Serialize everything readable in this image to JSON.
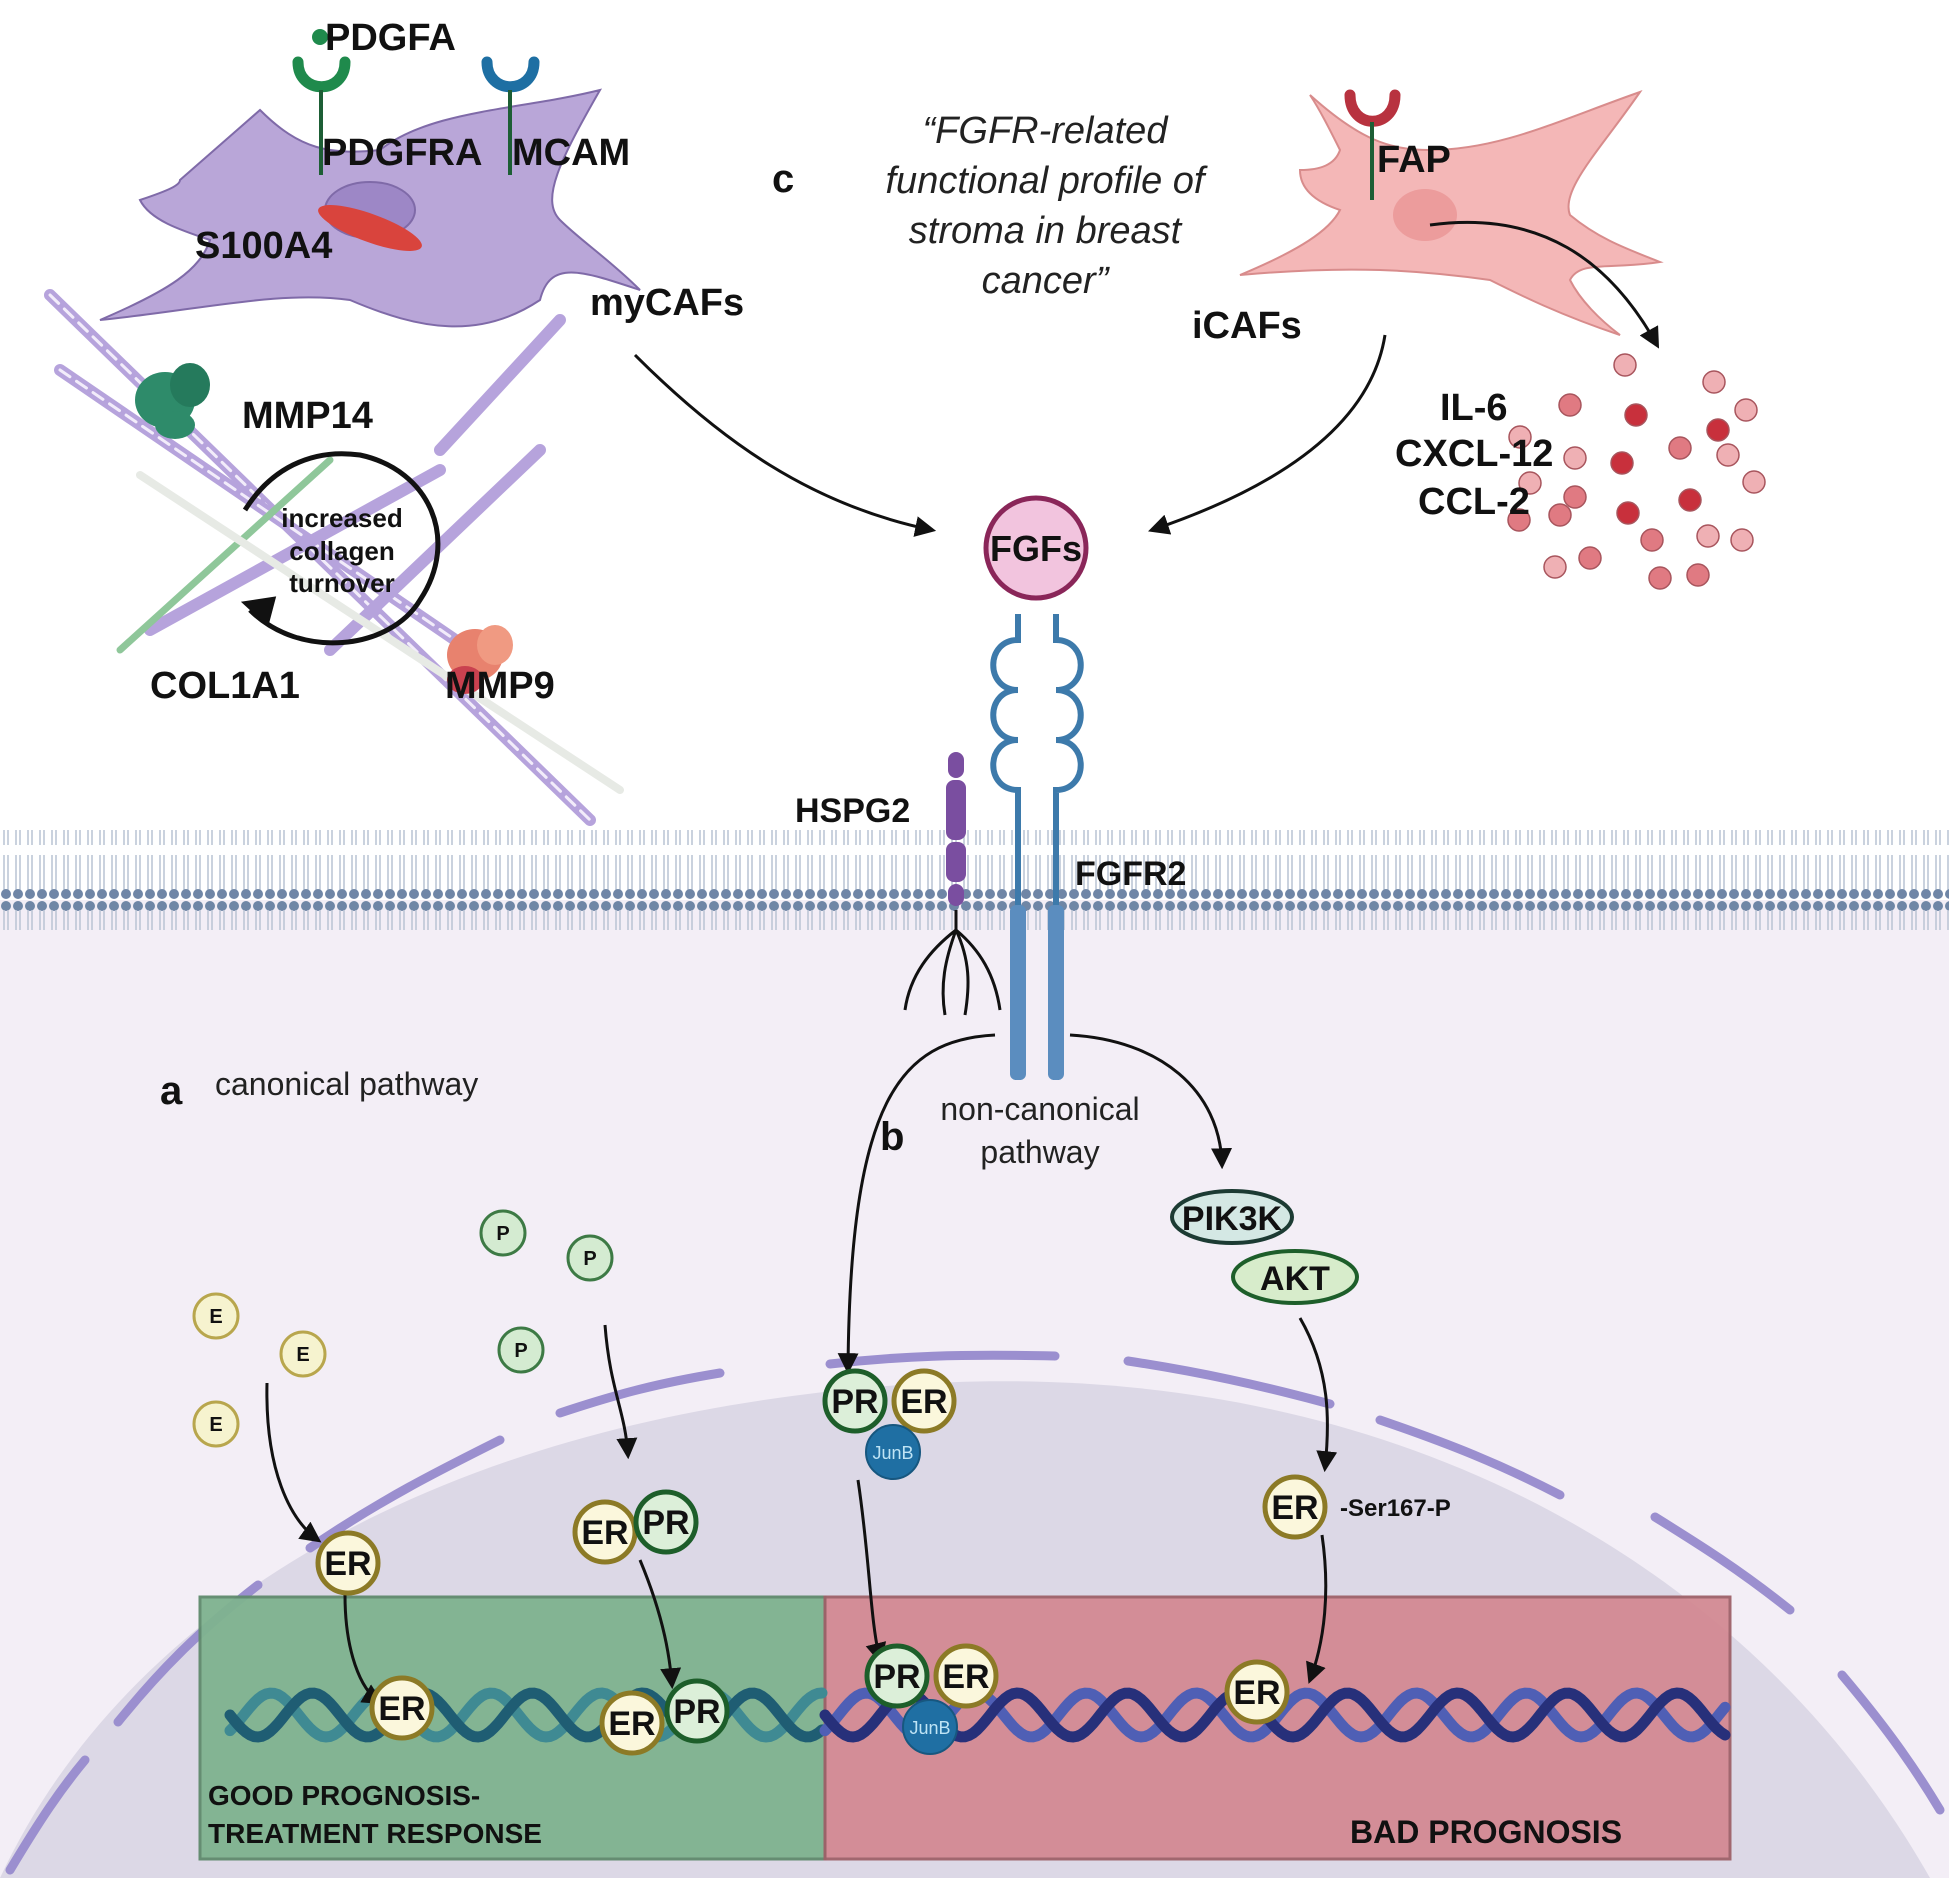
{
  "figure": {
    "title_quote": [
      "“FGFR-related",
      "functional profile of",
      "stroma in breast",
      "cancer”"
    ],
    "panel_c_letter": "c",
    "panel_a_letter": "a",
    "panel_b_letter": "b"
  },
  "mycaf": {
    "name": "myCAFs",
    "ligand": "PDGFA",
    "receptors": [
      "PDGFRA",
      "MCAM"
    ],
    "marker": "S100A4",
    "cell_color": "#b9a6d8",
    "receptor_colors": [
      "#1f8a4c",
      "#1e6fa3"
    ]
  },
  "icaf": {
    "name": "iCAFs",
    "receptor": "FAP",
    "cell_color": "#f4b7b7",
    "receptor_color": "#b8323f",
    "cytokines": [
      "IL-6",
      "CXCL-12",
      "CCL-2"
    ]
  },
  "ecm": {
    "turnover_label": [
      "increased",
      "collagen",
      "turnover"
    ],
    "enzymes": [
      "MMP14",
      "MMP9"
    ],
    "collagen": "COL1A1"
  },
  "membrane": {
    "ligand": "FGFs",
    "receptor": "FGFR2",
    "coreceptor": "HSPG2"
  },
  "canonical": {
    "title": "canonical pathway",
    "estrogen_label": "E",
    "progesterone_label": "P",
    "receptors": [
      "ER",
      "PR"
    ]
  },
  "noncanonical": {
    "title": [
      "non-canonical",
      "pathway"
    ],
    "kinases": [
      "PIK3K",
      "AKT"
    ],
    "complex": [
      "PR",
      "ER",
      "JunB"
    ],
    "phospho_label": "-Ser167-P",
    "er_label": "ER"
  },
  "outcomes": {
    "good": [
      "GOOD PROGNOSIS-",
      "TREATMENT RESPONSE"
    ],
    "bad": "BAD PROGNOSIS",
    "good_color": "#7fb38f",
    "bad_color": "#d38a93"
  }
}
